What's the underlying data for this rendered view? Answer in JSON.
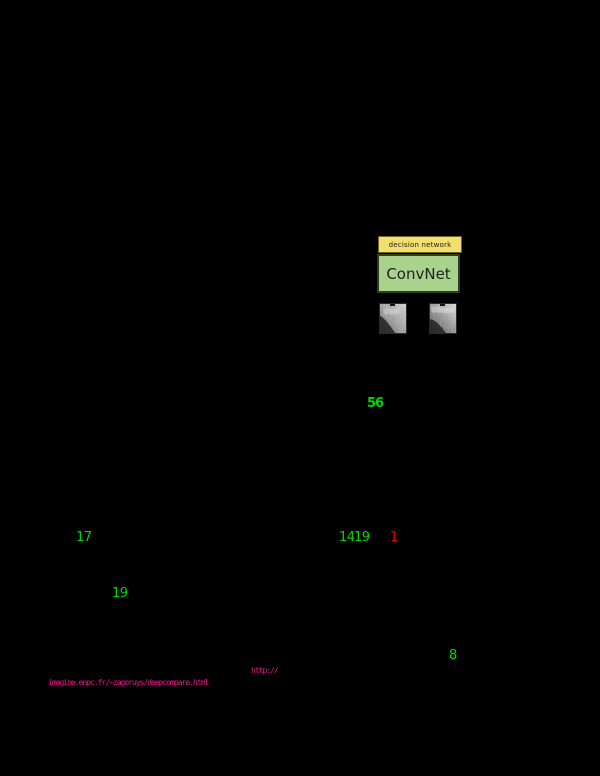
{
  "page": {
    "background_color": "#000000",
    "description_colors": {
      "citation_link": "#00d800",
      "figure_ref_link": "#dd0000",
      "url_link": "#f0108c"
    }
  },
  "figure": {
    "decision_label": "decision network",
    "decision_fill": "#f2df6d",
    "decision_border": "#6e6420",
    "convnet_label": "ConvNet",
    "convnet_fill": "#a9d28c",
    "convnet_border": "#2e3d20",
    "patch_icons": [
      "grayscale-image-patch",
      "grayscale-image-patch"
    ]
  },
  "links": {
    "citations": [
      {
        "text": "56"
      },
      {
        "text": "17"
      },
      {
        "text": "14"
      },
      {
        "text": "19"
      },
      {
        "text": "19"
      },
      {
        "text": "8"
      }
    ],
    "figure_ref": {
      "text": "1"
    },
    "url_prefix": {
      "text": "http://"
    },
    "url_tail": {
      "text": "imagine.enpc.fr/~zagoruys/deepcompare.html"
    }
  }
}
